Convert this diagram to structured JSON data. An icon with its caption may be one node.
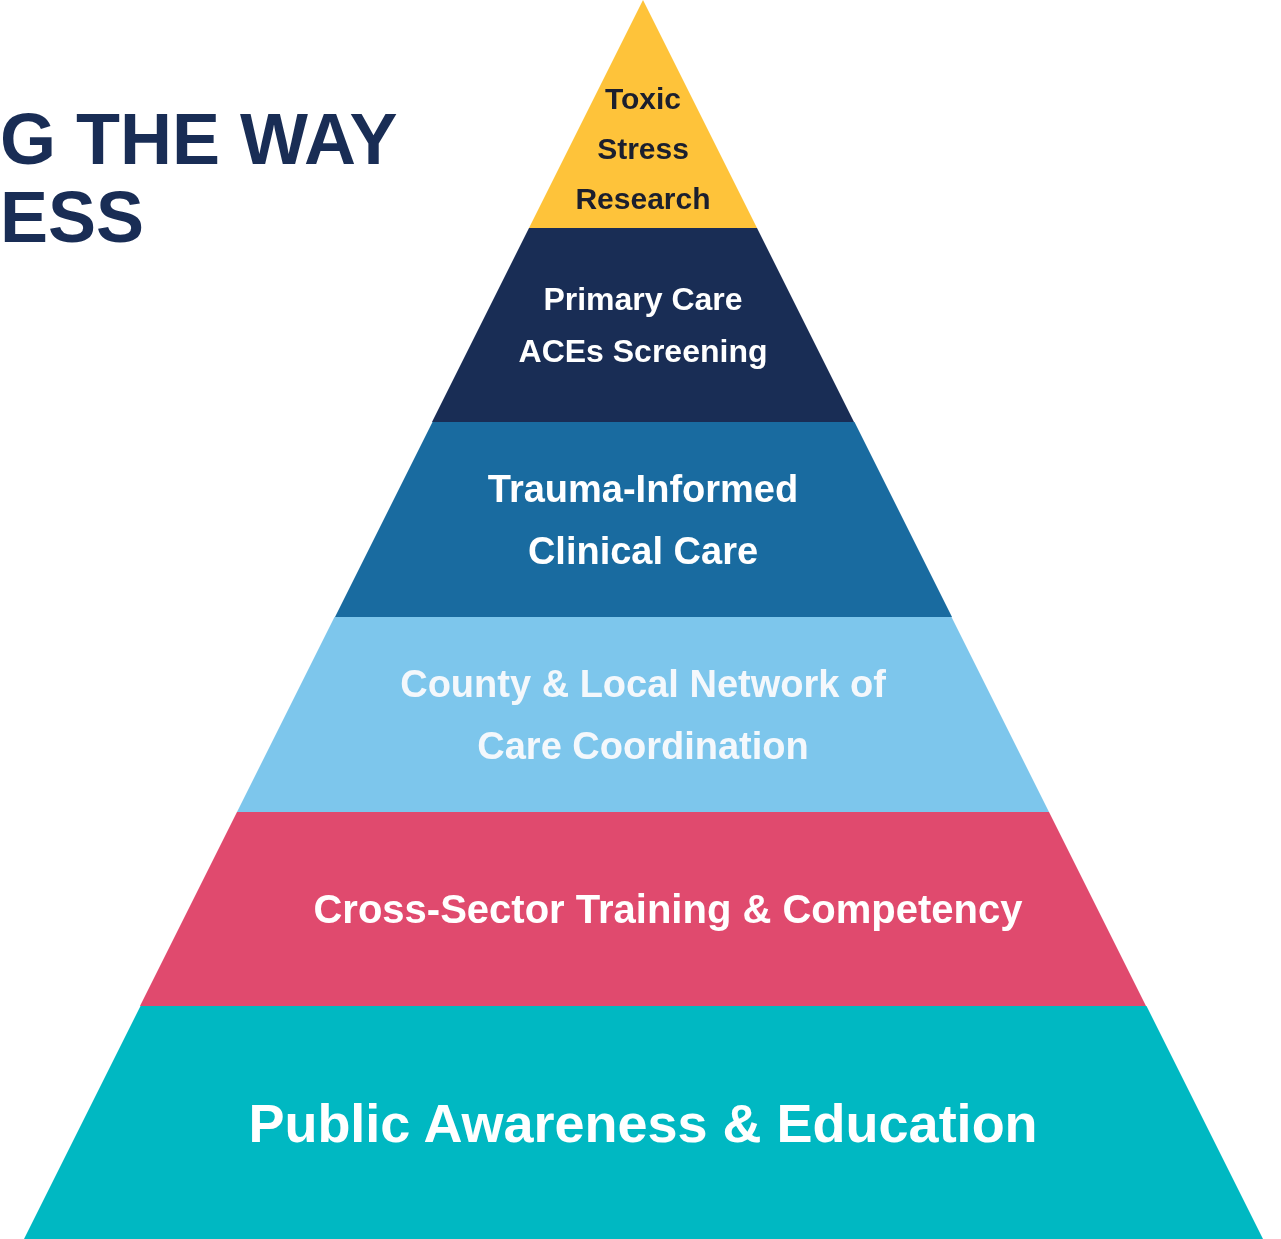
{
  "diagram": {
    "title": "G THE WAY ESS",
    "nodes": [
      {
        "text": [
          "Toxic Stress Research"
        ]
      },
      {
        "text": [
          "Primary Care ACEs Screening"
        ]
      },
      {
        "text": [
          "Trauma-Informed Clinical Care"
        ]
      },
      {
        "text": [
          "County & Local Network of Care Coordination"
        ]
      },
      {
        "text": [
          "Cross-Sector Training & Competency"
        ]
      },
      {
        "text": [
          "Public Awareness & Education"
        ]
      }
    ]
  }
}
